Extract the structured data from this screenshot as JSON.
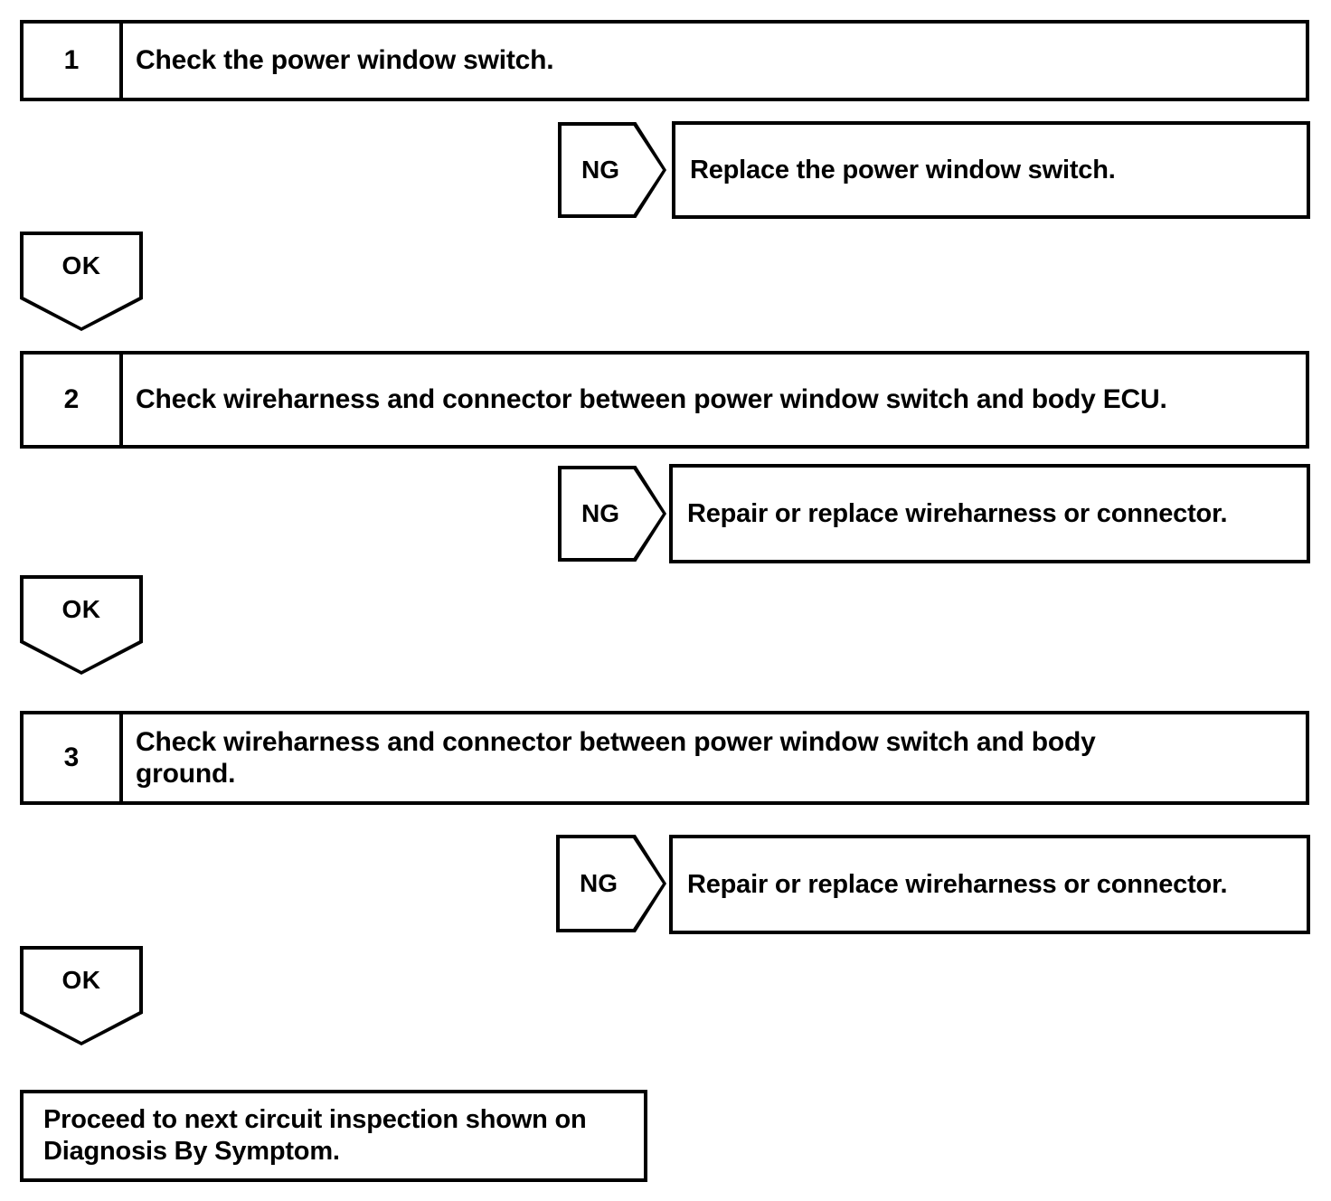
{
  "document": {
    "title": "Power Window Switch Circuit Inspection Flowchart",
    "type": "diagnostic-flowchart",
    "ink_color": "#000000",
    "background_color": "#ffffff"
  },
  "steps": [
    {
      "number": "1",
      "instruction": "Check the power window switch.",
      "branch": {
        "label": "NG",
        "action": "Replace the power window switch."
      },
      "continue": {
        "label": "OK"
      }
    },
    {
      "number": "2",
      "instruction": "Check wireharness and connector between power window switch and body ECU.",
      "branch": {
        "label": "NG",
        "action": "Repair or replace wireharness or connector."
      },
      "continue": {
        "label": "OK"
      }
    },
    {
      "number": "3",
      "instruction": "Check wireharness and connector between power window switch and body\nground.",
      "branch": {
        "label": "NG",
        "action": "Repair or replace wireharness or connector."
      },
      "continue": {
        "label": "OK"
      }
    }
  ],
  "final": {
    "text": "Proceed to next circuit inspection shown on\nDiagnosis By Symptom."
  }
}
